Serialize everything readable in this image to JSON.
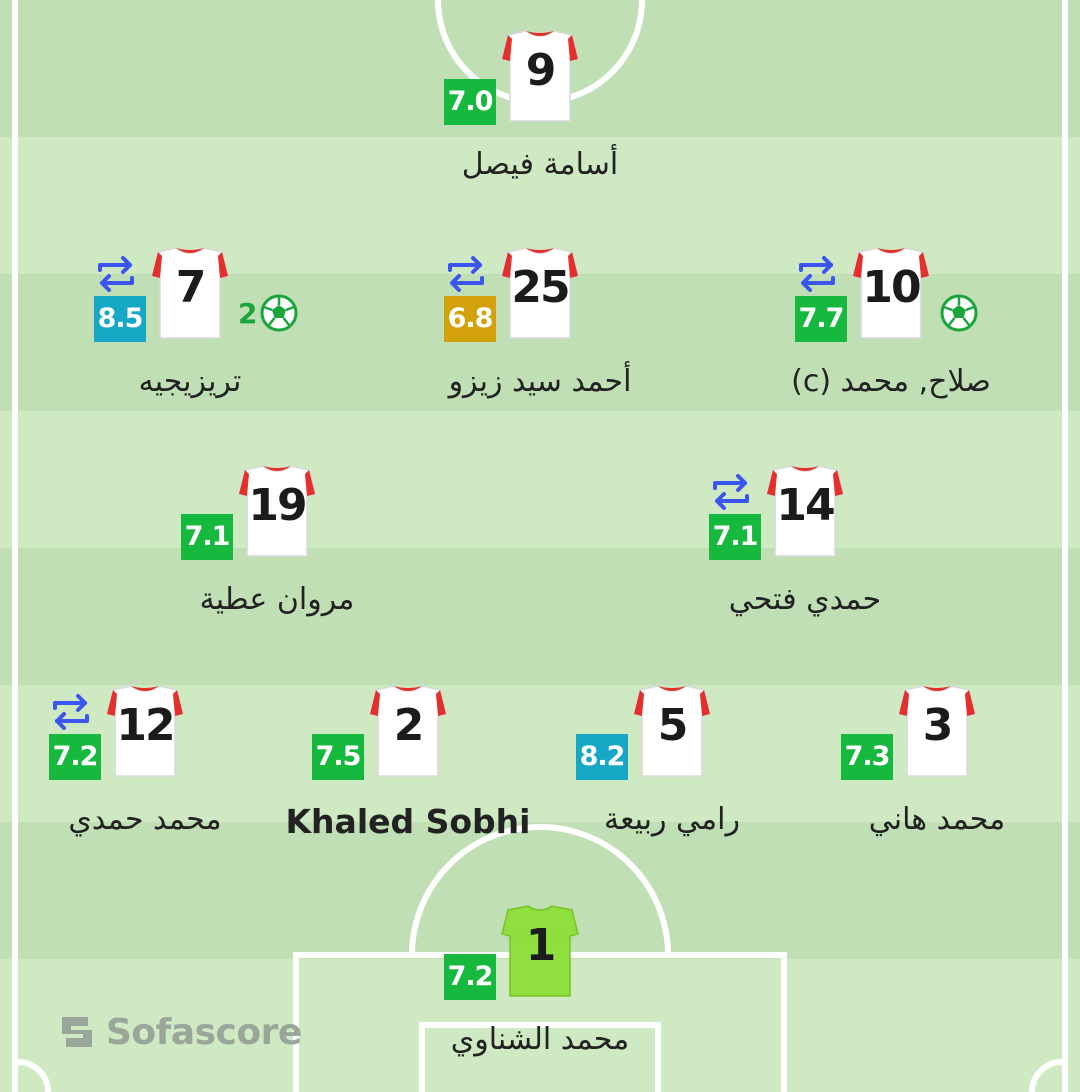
{
  "brand": "Sofascore",
  "colors": {
    "pitch_light": "#cfe9c3",
    "pitch_dark": "#c1dfb4",
    "rating_green": "#16b83e",
    "rating_teal": "#16a7c4",
    "rating_yellow": "#d3a20a",
    "shirt_red": "#e2302c",
    "gk_shirt": "#8fe03e",
    "sub_arrows": "#3a55f0"
  },
  "players": [
    {
      "number": "9",
      "name": "أسامة فيصل",
      "rating": "7.0",
      "rating_color": "green",
      "sub": false,
      "goals": 0,
      "gk": false
    },
    {
      "number": "7",
      "name": "تريزيجيه",
      "rating": "8.5",
      "rating_color": "teal",
      "sub": true,
      "goals": 2,
      "gk": false
    },
    {
      "number": "25",
      "name": "أحمد سيد زيزو",
      "rating": "6.8",
      "rating_color": "yellow",
      "sub": true,
      "goals": 0,
      "gk": false
    },
    {
      "number": "10",
      "name": "صلاح, محمد (c)",
      "rating": "7.7",
      "rating_color": "green",
      "sub": true,
      "goals": 1,
      "gk": false
    },
    {
      "number": "19",
      "name": "مروان عطية",
      "rating": "7.1",
      "rating_color": "green",
      "sub": false,
      "goals": 0,
      "gk": false
    },
    {
      "number": "14",
      "name": "حمدي فتحي",
      "rating": "7.1",
      "rating_color": "green",
      "sub": true,
      "goals": 0,
      "gk": false
    },
    {
      "number": "12",
      "name": "محمد حمدي",
      "rating": "7.2",
      "rating_color": "green",
      "sub": true,
      "goals": 0,
      "gk": false
    },
    {
      "number": "2",
      "name": "Khaled Sobhi",
      "rating": "7.5",
      "rating_color": "green",
      "sub": false,
      "goals": 0,
      "gk": false
    },
    {
      "number": "5",
      "name": "رامي ربيعة",
      "rating": "8.2",
      "rating_color": "teal",
      "sub": false,
      "goals": 0,
      "gk": false
    },
    {
      "number": "3",
      "name": "محمد هاني",
      "rating": "7.3",
      "rating_color": "green",
      "sub": false,
      "goals": 0,
      "gk": false
    },
    {
      "number": "1",
      "name": "محمد الشناوي",
      "rating": "7.2",
      "rating_color": "green",
      "sub": false,
      "goals": 0,
      "gk": true
    }
  ]
}
